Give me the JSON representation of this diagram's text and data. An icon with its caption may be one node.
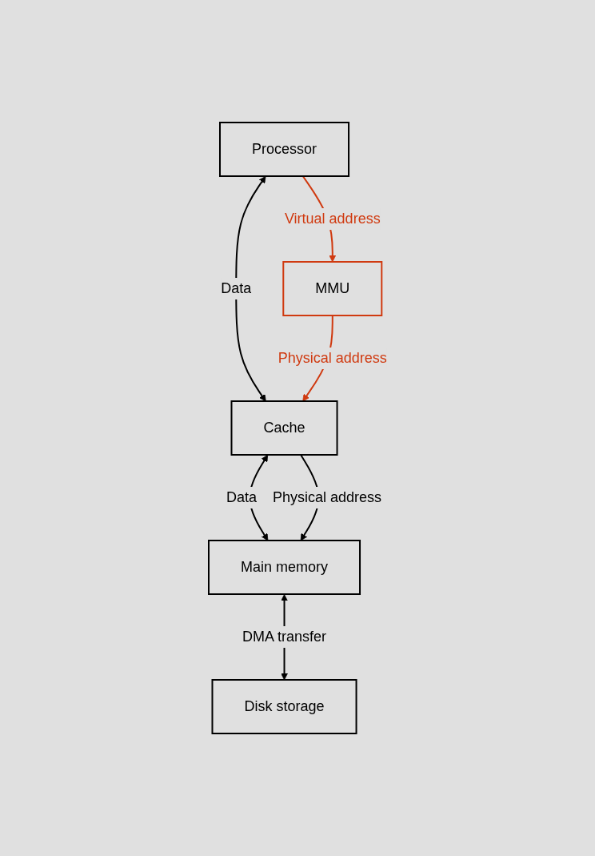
{
  "diagram": {
    "nodes": [
      {
        "text": [
          "Processor"
        ]
      },
      {
        "text": [
          "MMU"
        ]
      },
      {
        "text": [
          "Cache"
        ]
      },
      {
        "text": [
          "Main memory"
        ]
      },
      {
        "text": [
          "Disk storage"
        ]
      }
    ],
    "edges": [
      {
        "from": 0,
        "to": 2,
        "arrow": "both",
        "label": "Data"
      },
      {
        "from": 0,
        "to": 1,
        "arrow": "to",
        "label": "Virtual address",
        "color": "#d03a10"
      },
      {
        "from": 1,
        "to": 2,
        "arrow": "to",
        "label": "Physical address",
        "color": "#d03a10"
      },
      {
        "from": 2,
        "to": 3,
        "arrow": "both",
        "label": "Data"
      },
      {
        "from": 2,
        "to": 3,
        "arrow": "to",
        "label": "Physical address"
      },
      {
        "from": 3,
        "to": 4,
        "arrow": "both",
        "label": "DMA transfer"
      }
    ]
  }
}
